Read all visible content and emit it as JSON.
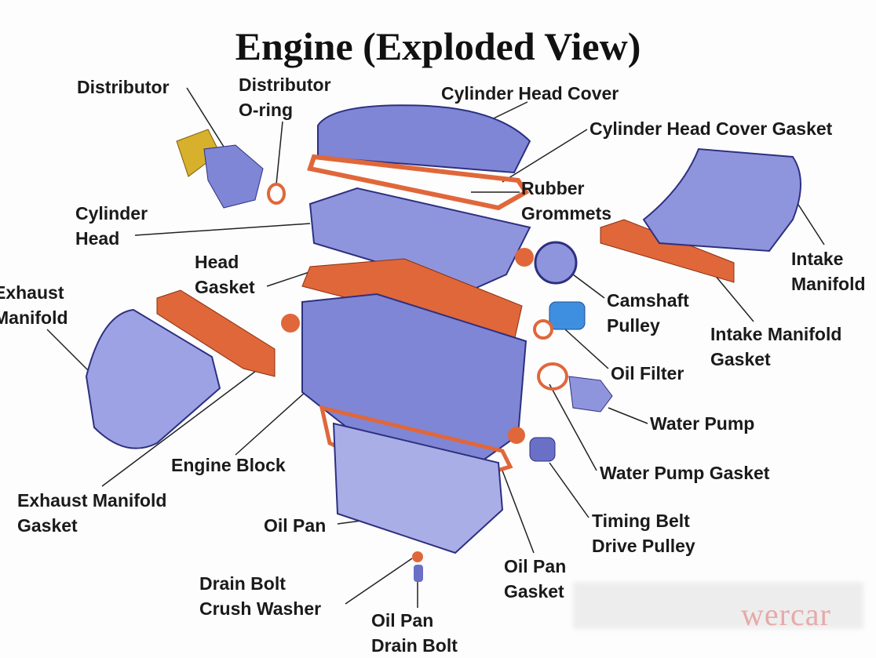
{
  "title": "Engine (Exploded View)",
  "colors": {
    "part_blue": "#7f86d6",
    "part_dark": "#4c52a8",
    "gasket": "#e0673a",
    "distributor": "#d7b12c"
  },
  "labels": {
    "distributor": [
      "Distributor"
    ],
    "distributor_oring": [
      "Distributor",
      "O-ring"
    ],
    "cylinder_head_cover": [
      "Cylinder Head Cover"
    ],
    "cylinder_head_cover_gasket": [
      "Cylinder Head Cover Gasket"
    ],
    "rubber_grommets": [
      "Rubber",
      "Grommets"
    ],
    "cylinder_head": [
      "Cylinder",
      "Head"
    ],
    "head_gasket": [
      "Head",
      "Gasket"
    ],
    "intake_manifold": [
      "Intake",
      "Manifold"
    ],
    "exhaust_manifold": [
      "Exhaust",
      "Manifold"
    ],
    "camshaft_pulley": [
      "Camshaft",
      "Pulley"
    ],
    "intake_manifold_gasket": [
      "Intake Manifold",
      "Gasket"
    ],
    "oil_filter": [
      "Oil Filter"
    ],
    "water_pump": [
      "Water Pump"
    ],
    "engine_block": [
      "Engine Block"
    ],
    "water_pump_gasket": [
      "Water Pump Gasket"
    ],
    "exhaust_manifold_gasket": [
      "Exhaust Manifold",
      "Gasket"
    ],
    "oil_pan": [
      "Oil Pan"
    ],
    "timing_belt_drive_pulley": [
      "Timing Belt",
      "Drive Pulley"
    ],
    "oil_pan_gasket": [
      "Oil Pan",
      "Gasket"
    ],
    "drain_bolt_crush_washer": [
      "Drain Bolt",
      "Crush Washer"
    ],
    "oil_pan_drain_bolt": [
      "Oil Pan",
      "Drain Bolt"
    ]
  },
  "watermark": "wercar"
}
